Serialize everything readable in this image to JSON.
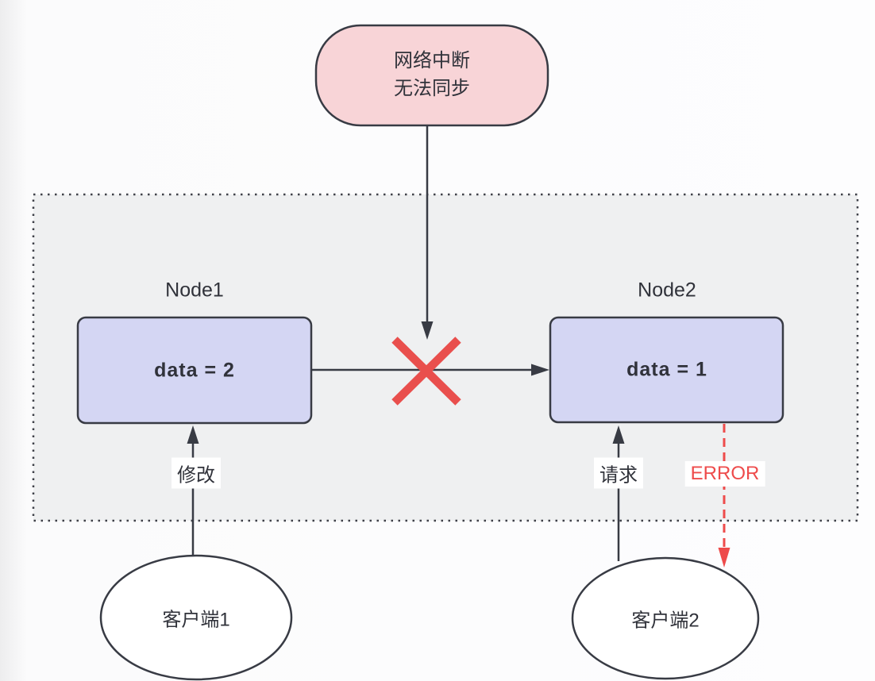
{
  "colors": {
    "pink_fill": "#f8d4d7",
    "lavender_fill": "#d4d6f3",
    "zone_fill": "#eff0f1",
    "white_fill": "#ffffff",
    "stroke_dark": "#383b44",
    "error_red": "#ee4b4b",
    "cross_red": "#e94f4d"
  },
  "nodes": {
    "disruption": {
      "line1": "网络中断",
      "line2": "无法同步"
    },
    "node1": {
      "title": "Node1",
      "value": "data = 2"
    },
    "node2": {
      "title": "Node2",
      "value": "data = 1"
    },
    "client1": {
      "label": "客户端1"
    },
    "client2": {
      "label": "客户端2"
    }
  },
  "edge_labels": {
    "modify": "修改",
    "request": "请求",
    "error": "ERROR"
  }
}
